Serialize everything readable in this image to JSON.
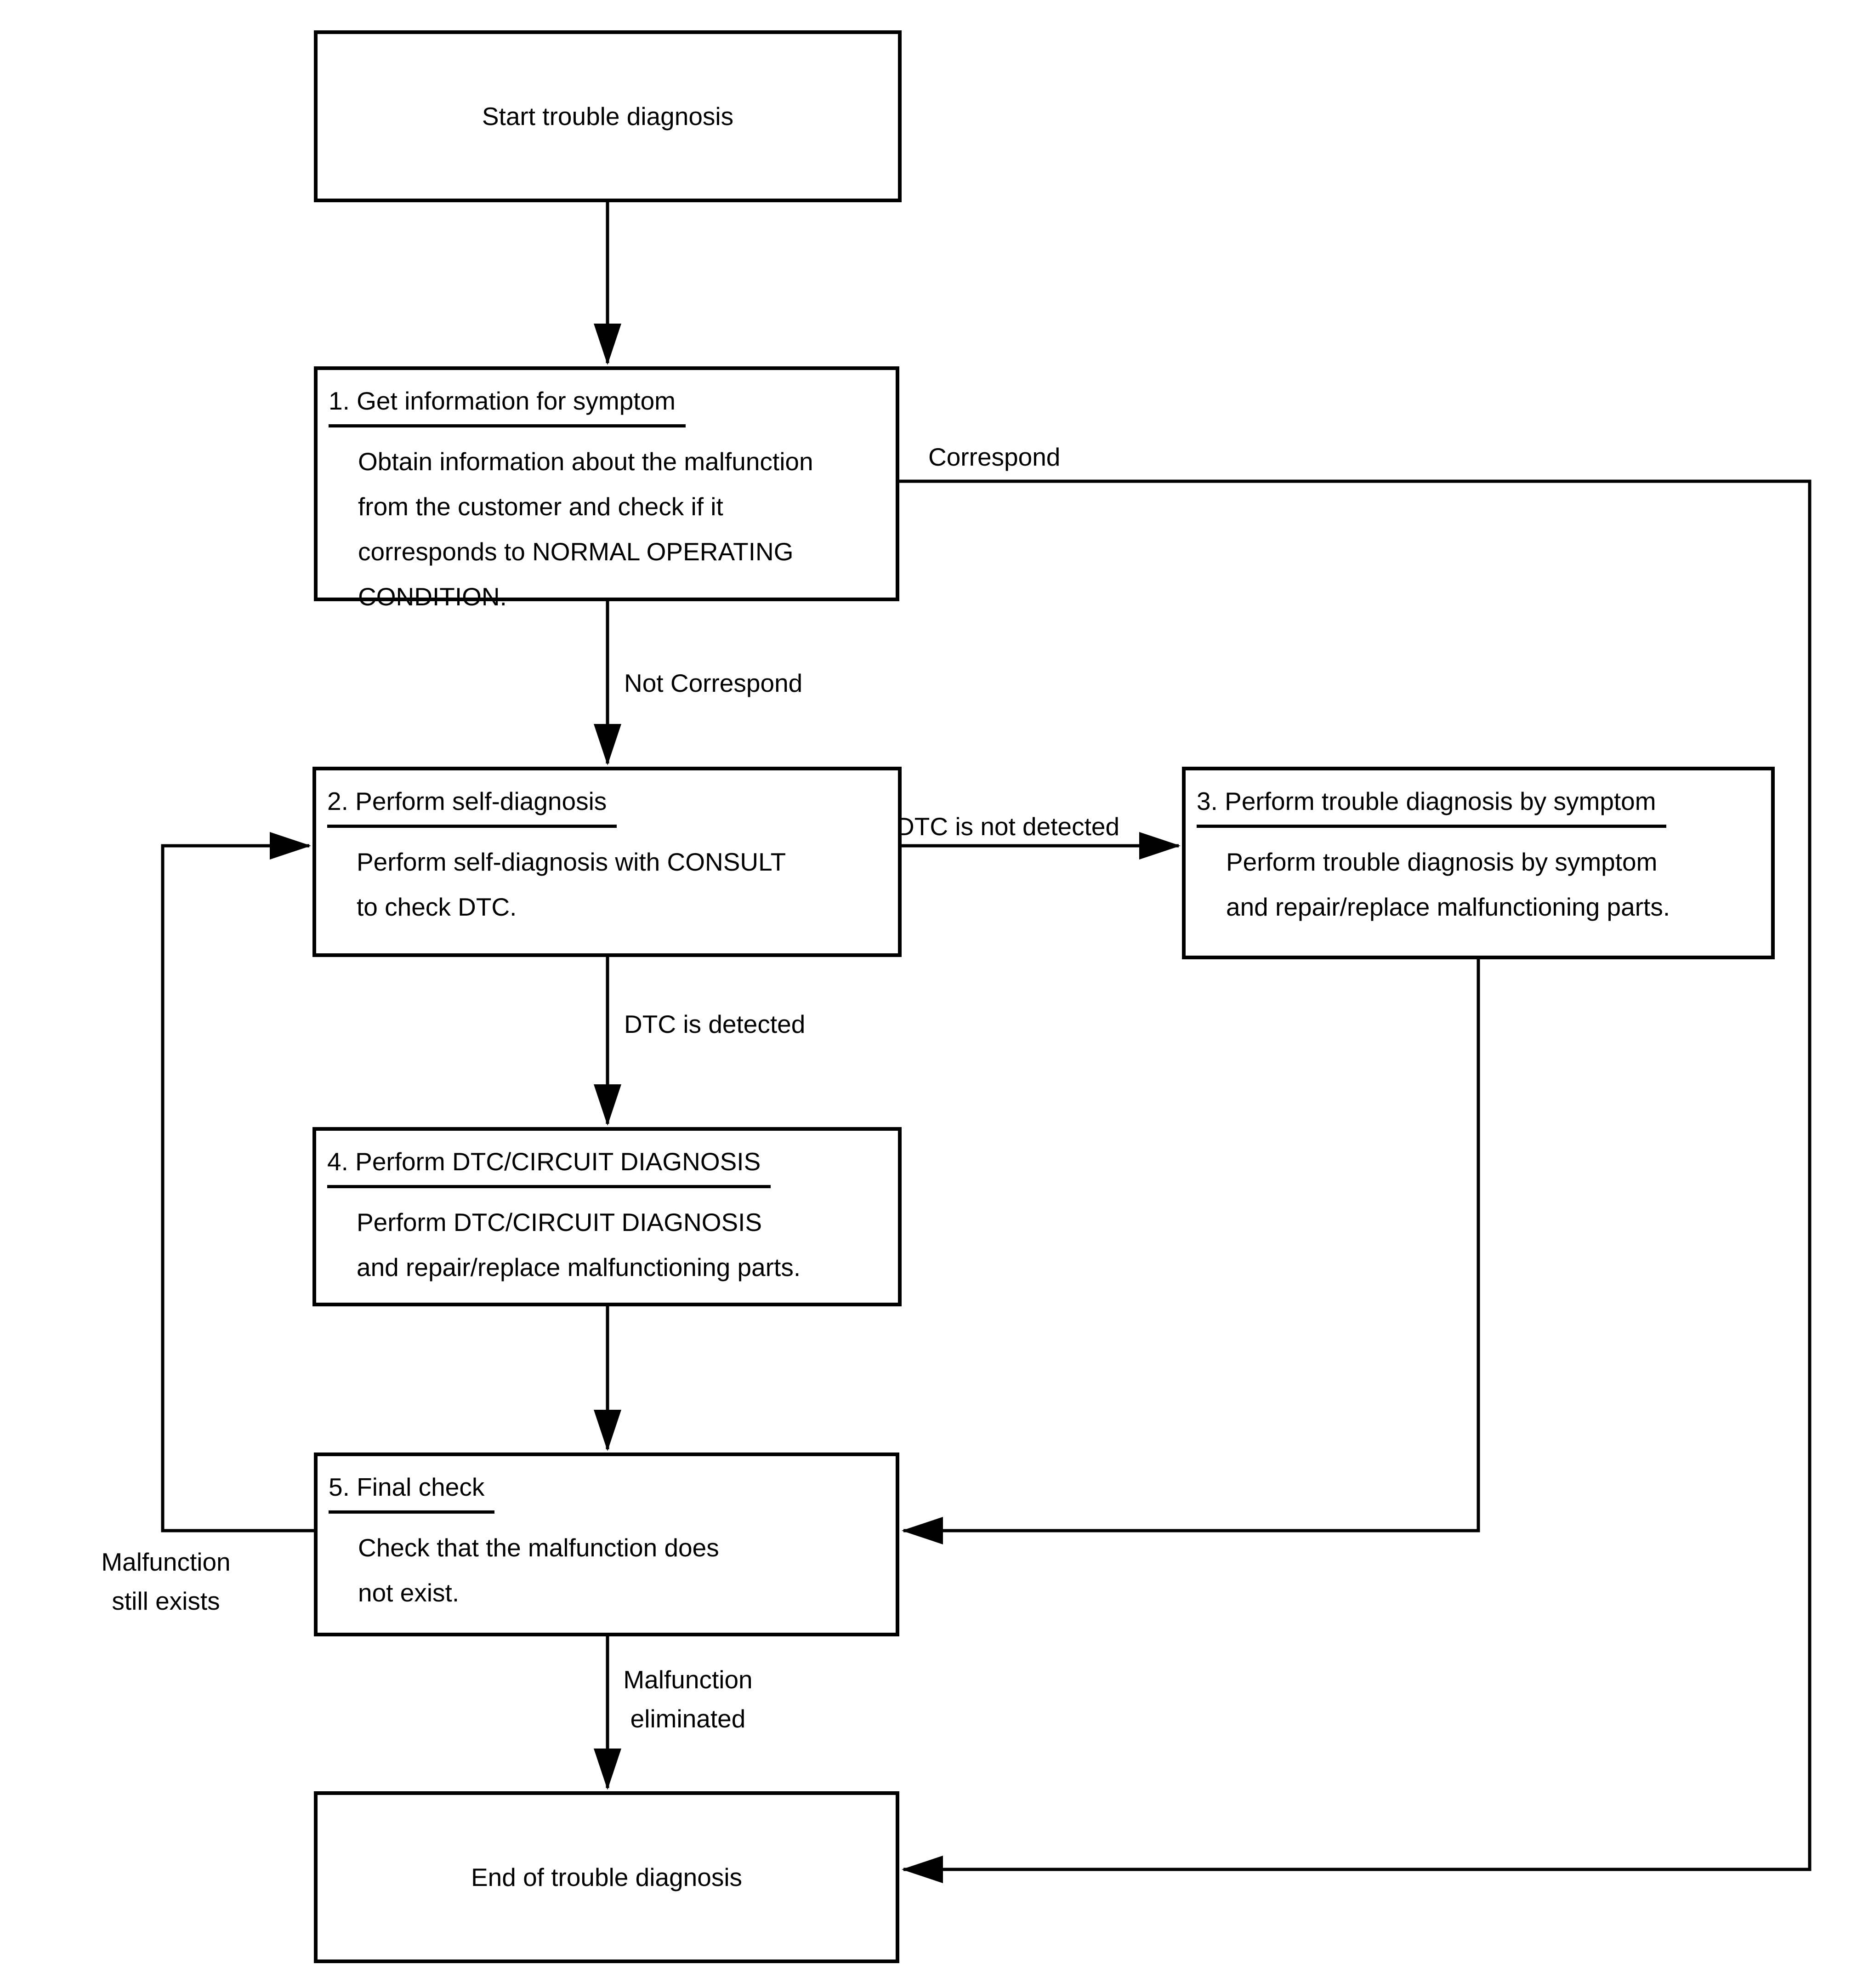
{
  "diagram": {
    "title_node": "Start trouble diagnosis",
    "nodes": {
      "start": {
        "label": "Start trouble diagnosis"
      },
      "step1": {
        "heading": "1. Get information for symptom",
        "body": "Obtain information about the malfunction\nfrom the customer and check if it\ncorresponds to NORMAL OPERATING\nCONDITION."
      },
      "step2": {
        "heading": "2. Perform self-diagnosis",
        "body": "Perform self-diagnosis with CONSULT\nto check DTC."
      },
      "step3": {
        "heading": "3. Perform trouble diagnosis by symptom",
        "body": "Perform trouble diagnosis by symptom\nand repair/replace malfunctioning parts."
      },
      "step4": {
        "heading": "4. Perform DTC/CIRCUIT DIAGNOSIS",
        "body": "Perform DTC/CIRCUIT DIAGNOSIS\nand repair/replace malfunctioning parts."
      },
      "step5": {
        "heading": "5. Final check",
        "body": "Check that the malfunction does\nnot exist."
      },
      "end": {
        "label": "End of trouble diagnosis"
      }
    },
    "edge_labels": {
      "correspond": "Correspond",
      "not_correspond": "Not Correspond",
      "dtc_not_detected": "DTC is not detected",
      "dtc_detected": "DTC is detected",
      "malfunction_still_exists": "Malfunction\nstill exists",
      "malfunction_eliminated": "Malfunction\neliminated"
    },
    "colors": {
      "line": "#000000",
      "text": "#000000",
      "background": "#ffffff"
    }
  }
}
